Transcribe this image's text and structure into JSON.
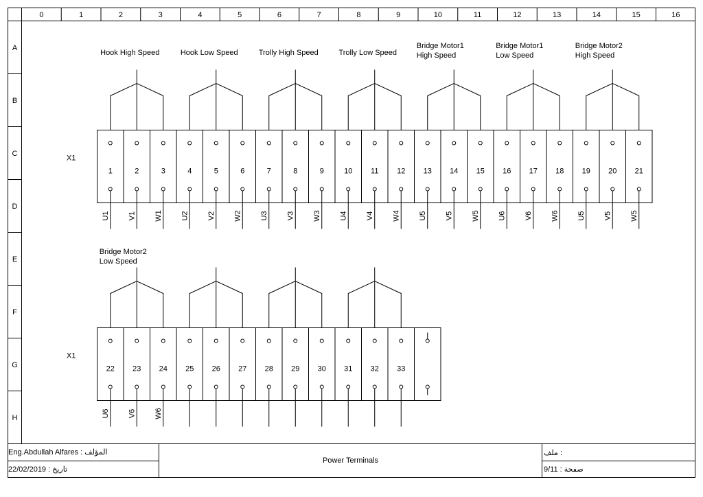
{
  "grid": {
    "columns": [
      "0",
      "1",
      "2",
      "3",
      "4",
      "5",
      "6",
      "7",
      "8",
      "9",
      "10",
      "11",
      "12",
      "13",
      "14",
      "15",
      "16"
    ],
    "rows": [
      "A",
      "B",
      "C",
      "D",
      "E",
      "F",
      "G",
      "H"
    ]
  },
  "strips": [
    {
      "label": "X1",
      "terminals": [
        "1",
        "2",
        "3",
        "4",
        "5",
        "6",
        "7",
        "8",
        "9",
        "10",
        "11",
        "12",
        "13",
        "14",
        "15",
        "16",
        "17",
        "18",
        "19",
        "20",
        "21"
      ],
      "wires": [
        "U1",
        "V1",
        "W1",
        "U2",
        "V2",
        "W2",
        "U3",
        "V3",
        "W3",
        "U4",
        "V4",
        "W4",
        "U5",
        "V5",
        "W5",
        "U6",
        "V6",
        "W6",
        "U5",
        "V5",
        "W5"
      ],
      "groups": [
        {
          "lines": [
            "Hook High Speed"
          ]
        },
        {
          "lines": [
            "Hook Low Speed"
          ]
        },
        {
          "lines": [
            "Trolly High Speed"
          ]
        },
        {
          "lines": [
            "Trolly Low Speed"
          ]
        },
        {
          "lines": [
            "Bridge Motor1",
            "High Speed"
          ]
        },
        {
          "lines": [
            "Bridge Motor1",
            "Low Speed"
          ]
        },
        {
          "lines": [
            "Bridge Motor2",
            "High Speed"
          ]
        }
      ]
    },
    {
      "label": "X1",
      "terminals": [
        "22",
        "23",
        "24",
        "25",
        "26",
        "27",
        "28",
        "29",
        "30",
        "31",
        "32",
        "33"
      ],
      "wires": [
        "U6",
        "V6",
        "W6",
        "",
        "",
        "",
        "",
        "",
        "",
        "",
        "",
        ""
      ],
      "groups": [
        {
          "lines": [
            "Bridge Motor2",
            "Low Speed"
          ]
        },
        {
          "lines": []
        },
        {
          "lines": []
        },
        {
          "lines": []
        }
      ]
    }
  ],
  "title_block": {
    "author": "Eng.Abdullah Alfares : المؤلف",
    "date": "22/02/2019 : تاريخ",
    "title": "Power Terminals",
    "file": "ملف :",
    "page": "9/11 : صفحة"
  }
}
